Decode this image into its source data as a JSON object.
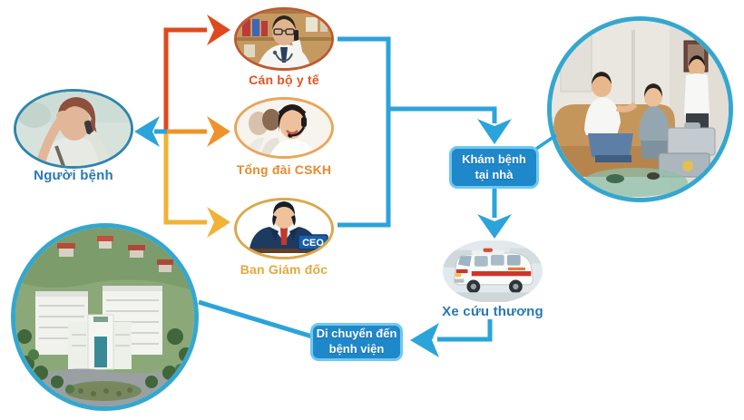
{
  "diagram": {
    "title_hint": "home-healthcare-flow",
    "nodes": {
      "patient": {
        "label": "Người bệnh"
      },
      "medical_staff": {
        "label": "Cán bộ y tế"
      },
      "call_center": {
        "label": "Tổng đài CSKH"
      },
      "board": {
        "label": "Ban Giám đốc",
        "ceo_sign": "CEO"
      },
      "home_visit": {
        "label": "Khám bệnh\ntại nhà"
      },
      "ambulance": {
        "label": "Xe cứu thương"
      },
      "to_hospital": {
        "label": "Di chuyển đến\nbệnh viện"
      }
    },
    "colors": {
      "blue": "#2BA3DB",
      "red": "#DE4A1E",
      "orange": "#F0922B",
      "yellow": "#F2B237",
      "box_fill": "#1E88CB",
      "box_border": "#6FC9EF",
      "label_blue": "#2878B5",
      "label_red": "#E0551F",
      "label_orange": "#E88A2E",
      "label_gold": "#E3A93E",
      "circle_border": "#35A7CF",
      "oval_patient": "#2E86AB",
      "oval_doctor": "#BF5A2F",
      "oval_callcenter": "#E9A55C",
      "oval_ceo": "#D9A94C"
    }
  }
}
